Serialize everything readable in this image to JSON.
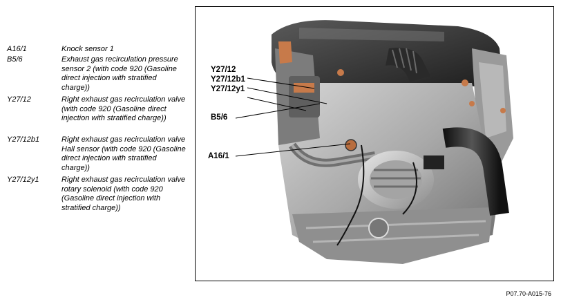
{
  "legend": [
    {
      "code": "A16/1",
      "desc": "Knock sensor 1"
    },
    {
      "code": "B5/6",
      "desc": "Exhaust gas recirculation pressure sensor 2 (with code 920 (Gasoline direct injection with stratified charge))"
    },
    {
      "code": "Y27/12",
      "desc": "Right exhaust gas recirculation valve (with code 920 (Gasoline direct injection with stratified charge))"
    },
    {
      "code": "Y27/12b1",
      "desc": "Right exhaust gas recirculation valve Hall sensor (with code 920 (Gasoline direct injection with stratified charge))"
    },
    {
      "code": "Y27/12y1",
      "desc": "Right exhaust gas recirculation valve rotary solenoid (with code 920 (Gasoline direct injection with stratified charge))"
    }
  ],
  "callouts": {
    "y27_12": "Y27/12",
    "y27_12b1": "Y27/12b1",
    "y27_12y1": "Y27/12y1",
    "b5_6": "B5/6",
    "a16_1": "A16/1"
  },
  "figure_ref": "P07.70-A015-76"
}
